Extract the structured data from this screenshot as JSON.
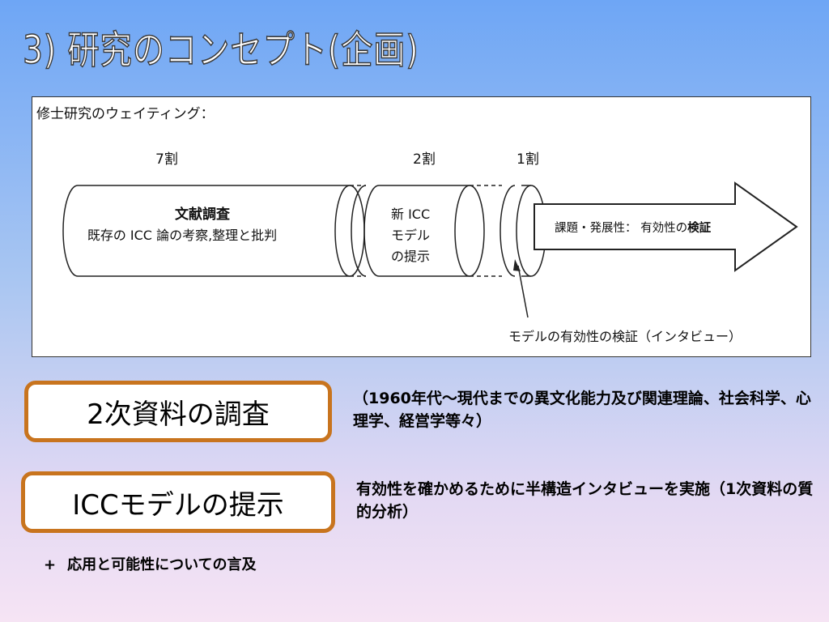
{
  "title": "3) 研究のコンセプト(企画)",
  "diagram": {
    "heading": "修士研究のウェイティング：",
    "segments": [
      {
        "ratio": "7割",
        "lines_bold": "文献調査",
        "lines": [
          "既存の ICC 論の考察,整理と批判"
        ]
      },
      {
        "ratio": "2割",
        "lines": [
          "新 ICC",
          "モデル",
          "の提示"
        ]
      },
      {
        "ratio": "1割",
        "lines": []
      }
    ],
    "arrow_text_normal": "課題・発展性： 有効性の",
    "arrow_text_bold": "検証",
    "callout": "モデルの有効性の検証（インタビュー）"
  },
  "items": [
    {
      "label": "2次資料の調査",
      "description": "（1960年代～現代までの異文化能力及び関連理論、社会科学、心理学、経営学等々）"
    },
    {
      "label": "ICCモデルの提示",
      "description": "有効性を確かめるために半構造インタビューを実施（1次資料の質的分析）"
    }
  ],
  "note": {
    "prefix": "+",
    "text": "応用と可能性についての言及"
  }
}
